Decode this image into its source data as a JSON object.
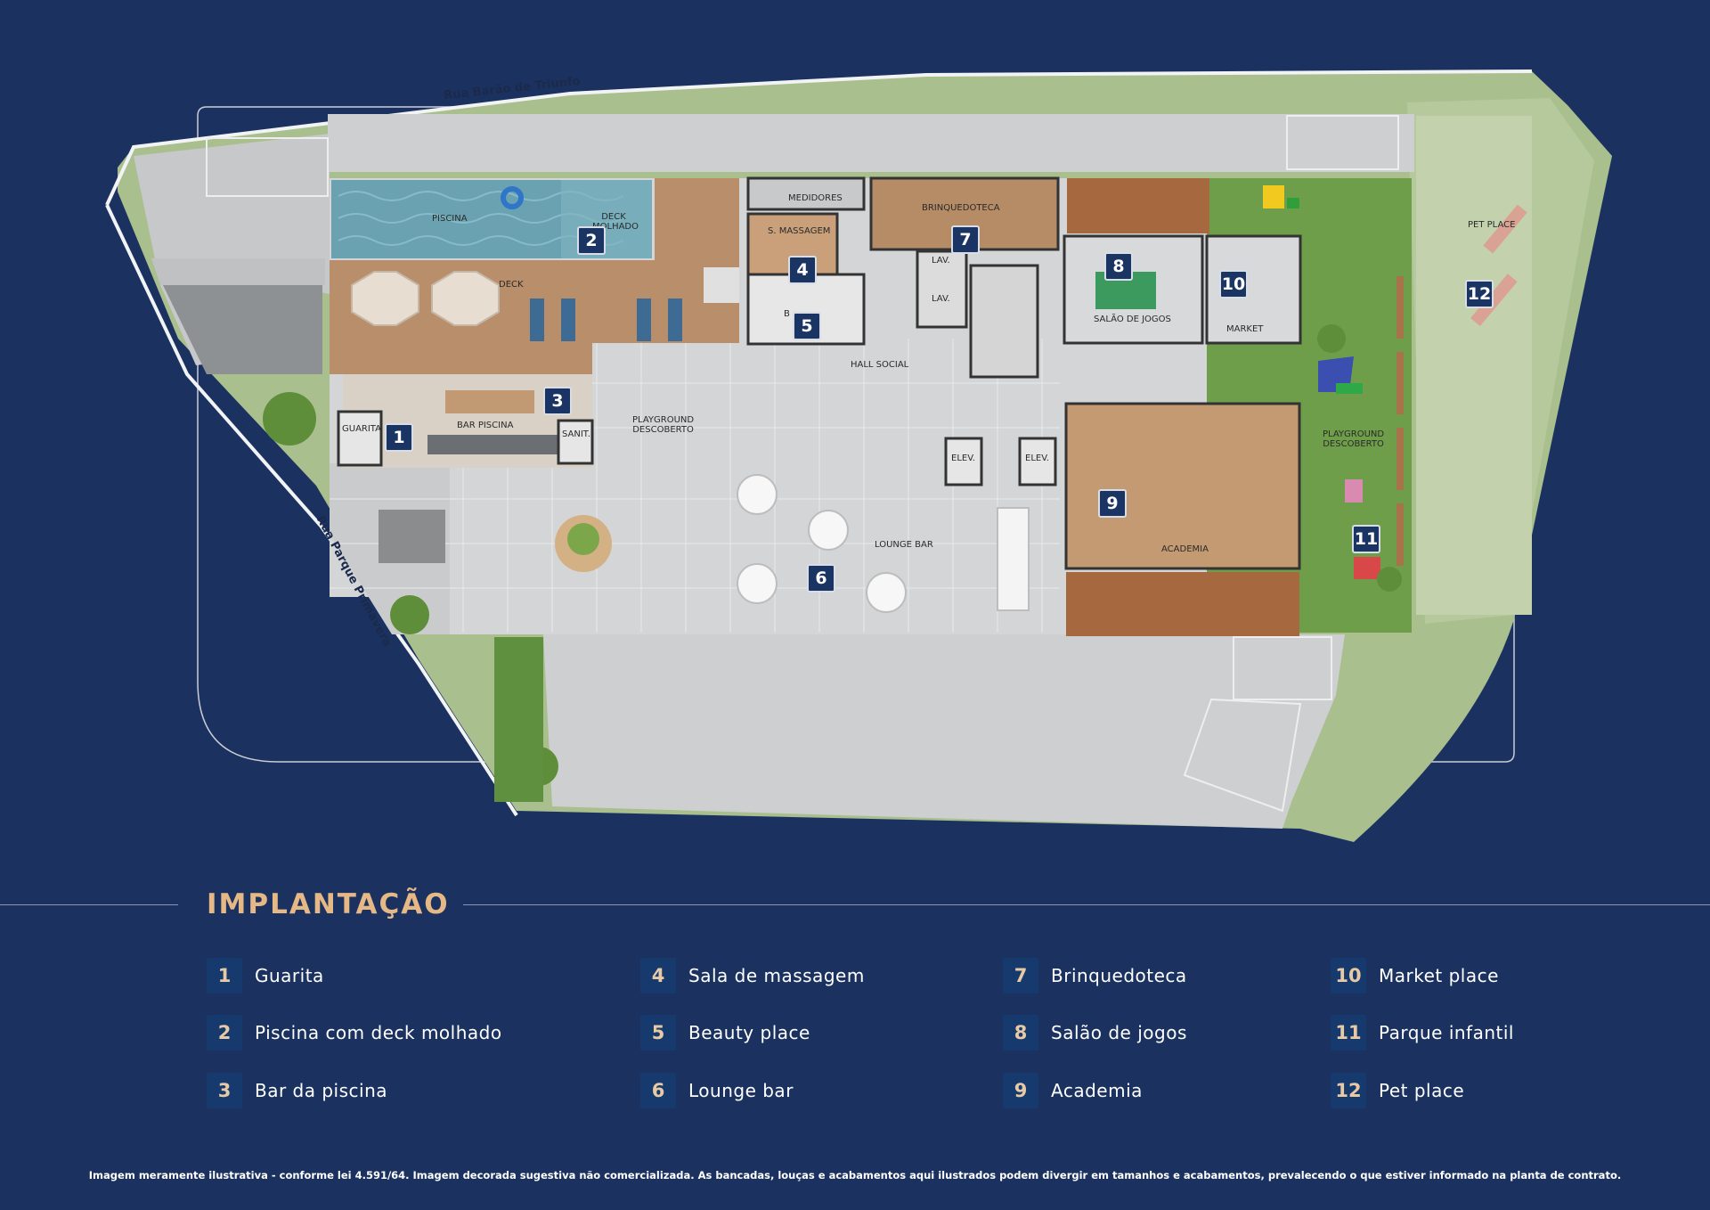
{
  "streets": {
    "top": "Rua Barão de Triunfo",
    "left": "Rua Parque Primavera"
  },
  "room_labels": {
    "piscina": "PISCINA",
    "deck_molhado": "DECK MOLHADO",
    "deck": "DECK",
    "bar_piscina": "BAR PISCINA",
    "guarita": "GUARITA",
    "sanit": "SANIT.",
    "medidores": "MEDIDORES",
    "s_massagem": "S. MASSAGEM",
    "beauty": "B",
    "brinquedoteca": "BRINQUEDOTECA",
    "lav1": "LAV.",
    "lav2": "LAV.",
    "hall_social": "HALL SOCIAL",
    "salao_jogos": "SALÃO DE JOGOS",
    "market": "MARKET",
    "pet_place": "PET PLACE",
    "playground_left": "PLAYGROUND\nDESCOBERTO",
    "playground_right": "PLAYGROUND\nDESCOBERTO",
    "elev1": "ELEV.",
    "elev2": "ELEV.",
    "lounge_bar": "LOUNGE BAR",
    "academia": "ACADEMIA"
  },
  "markers": [
    "1",
    "2",
    "3",
    "4",
    "5",
    "6",
    "7",
    "8",
    "9",
    "10",
    "11",
    "12"
  ],
  "section_title": "IMPLANTAÇÃO",
  "legend": [
    {
      "num": "1",
      "label": "Guarita"
    },
    {
      "num": "2",
      "label": "Piscina com deck molhado"
    },
    {
      "num": "3",
      "label": "Bar da piscina"
    },
    {
      "num": "4",
      "label": "Sala de massagem"
    },
    {
      "num": "5",
      "label": "Beauty place"
    },
    {
      "num": "6",
      "label": "Lounge bar"
    },
    {
      "num": "7",
      "label": "Brinquedoteca"
    },
    {
      "num": "8",
      "label": "Salão de jogos"
    },
    {
      "num": "9",
      "label": "Academia"
    },
    {
      "num": "10",
      "label": "Market place"
    },
    {
      "num": "11",
      "label": "Parque infantil"
    },
    {
      "num": "12",
      "label": "Pet place"
    }
  ],
  "disclaimer": "Imagem meramente ilustrativa - conforme lei 4.591/64. Imagem decorada sugestiva não comercializada. As bancadas, louças e acabamentos aqui ilustrados podem divergir em tamanhos e acabamentos, prevalecendo o que estiver informado na planta de contrato.",
  "colors": {
    "background": "#1b3260",
    "title": "#e6b886",
    "badge": "#163a6e",
    "badge_text": "#e7c9a6",
    "wood": "#b98e6a",
    "floor": "#cfd1d3",
    "grass": "#6f9e4a",
    "water": "#5f98a8"
  }
}
